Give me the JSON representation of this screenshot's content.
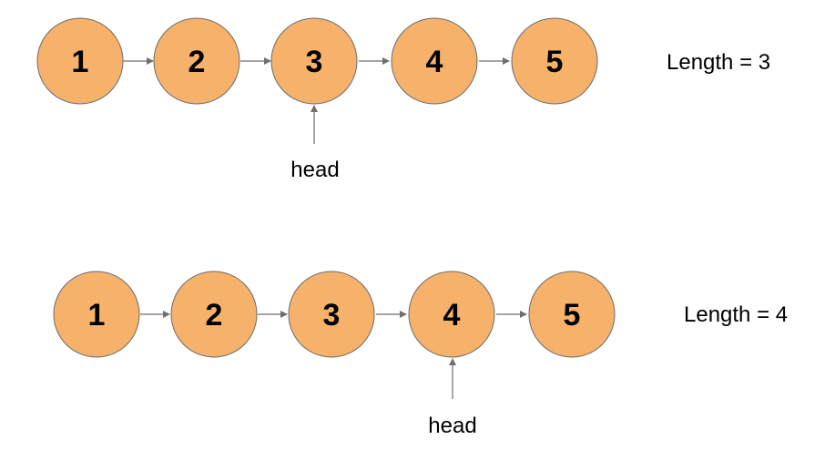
{
  "lists": [
    {
      "nodes": [
        "1",
        "2",
        "3",
        "4",
        "5"
      ],
      "head_index": 2,
      "head_label": "head",
      "length_label": "Length = 3"
    },
    {
      "nodes": [
        "1",
        "2",
        "3",
        "4",
        "5"
      ],
      "head_index": 3,
      "head_label": "head",
      "length_label": "Length = 4"
    }
  ],
  "colors": {
    "node_fill": "#f6b26b",
    "node_stroke": "#6b6b6b",
    "arrow": "#6f6f6f"
  }
}
